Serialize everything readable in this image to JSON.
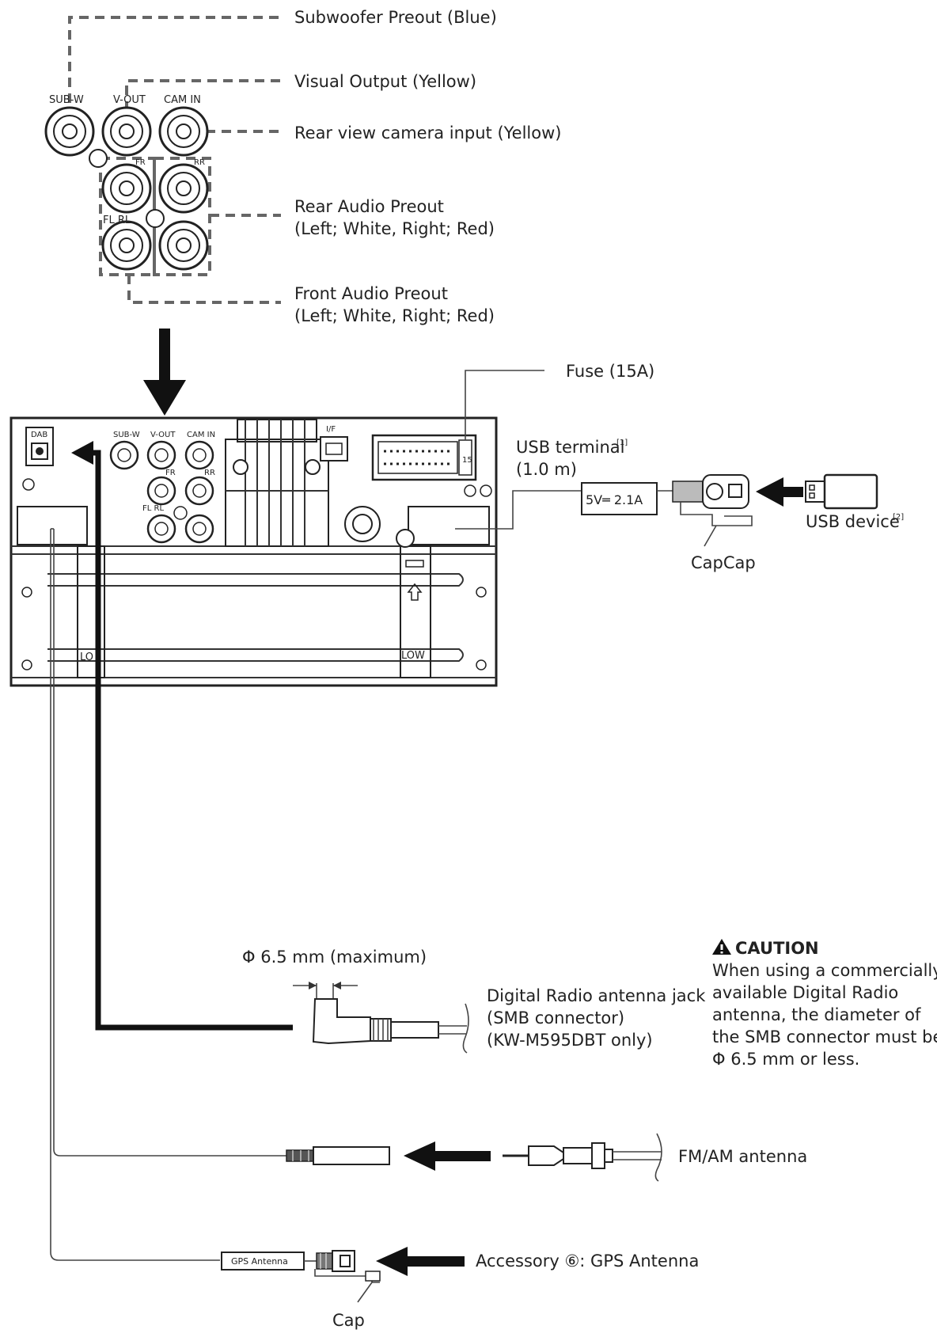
{
  "rca_block": {
    "labels": {
      "sub_w": "SUB-W",
      "v_out": "V-OUT",
      "cam_in": "CAM IN",
      "fr": "FR",
      "rr": "RR",
      "fl_rl": "FL RL"
    },
    "callouts": {
      "subwoofer": "Subwoofer Preout (Blue)",
      "visual": "Visual Output (Yellow)",
      "camera": "Rear view camera input (Yellow)",
      "rear_audio_1": "Rear Audio Preout",
      "rear_audio_2": "(Left; White, Right; Red)",
      "front_audio_1": "Front Audio Preout",
      "front_audio_2": "(Left; White, Right; Red)"
    }
  },
  "unit_panel": {
    "dab": "DAB",
    "sub_w": "SUB-W",
    "v_out": "V-OUT",
    "cam_in": "CAM IN",
    "fr": "FR",
    "rr": "RR",
    "fl_rl": "FL RL",
    "iff": "I/F",
    "fuse_mark": "15",
    "low_left": "LO",
    "low_right": "LOW"
  },
  "fuse": {
    "label": "Fuse (15A)"
  },
  "usb": {
    "terminal": "USB terminal",
    "terminal_note": "[1]",
    "length": "(1.0 m)",
    "rating": "5V═ 2.1A",
    "device": "USB device",
    "device_note": "[2]",
    "cap": "CapCap"
  },
  "dab_antenna": {
    "dimension": "Φ 6.5 mm (maximum)",
    "line1": "Digital Radio antenna jack",
    "line2": "(SMB connector)",
    "line3": "(KW-M595DBT only)"
  },
  "caution": {
    "title": "CAUTION",
    "icon": "warning-triangle-icon",
    "lines": [
      "When using a commercially",
      "available Digital Radio",
      "antenna, the diameter of",
      "the SMB connector must be",
      "Φ 6.5 mm or less."
    ]
  },
  "fm_am": {
    "label": "FM/AM antenna"
  },
  "gps": {
    "label": "Accessory ⑥: GPS Antenna",
    "box": "GPS Antenna",
    "cap": "Cap"
  }
}
